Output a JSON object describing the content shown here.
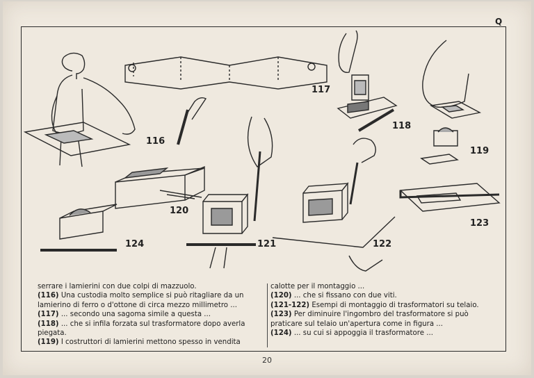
{
  "corner_letter": "Q",
  "figure_labels": {
    "f116": "116",
    "f117": "117",
    "f118": "118",
    "f119": "119",
    "f120": "120",
    "f121": "121",
    "f122": "122",
    "f123": "123",
    "f124": "124"
  },
  "text_left": [
    {
      "num": "",
      "text": "serrare i lamierini con due colpi di mazzuolo."
    },
    {
      "num": "(116)",
      "text": " Una custodia molto semplice si può ritagliare da un"
    },
    {
      "num": "",
      "text": "lamierino di ferro o d'ottone di circa mezzo millimetro ..."
    },
    {
      "num": "(117)",
      "text": " ... secondo una sagoma simile a questa ..."
    },
    {
      "num": "(118)",
      "text": " ... che si infila forzata sul trasformatore dopo averla"
    },
    {
      "num": "",
      "text": "piegata."
    },
    {
      "num": "(119)",
      "text": " I costruttori di lamierini mettono spesso in vendita"
    }
  ],
  "text_right": [
    {
      "num": "",
      "text": "calotte per il montaggio ..."
    },
    {
      "num": "(120)",
      "text": " ... che si fissano con due viti."
    },
    {
      "num": "(121-122)",
      "text": " Esempi di montaggio di trasformatori su telaio."
    },
    {
      "num": "(123)",
      "text": " Per diminuire l'ingombro del trasformatore si può"
    },
    {
      "num": "",
      "text": "praticare sul telaio un'apertura come in figura ..."
    },
    {
      "num": "(124)",
      "text": " ... su cui si appoggia il trasformatore ..."
    }
  ],
  "page_number": "20"
}
